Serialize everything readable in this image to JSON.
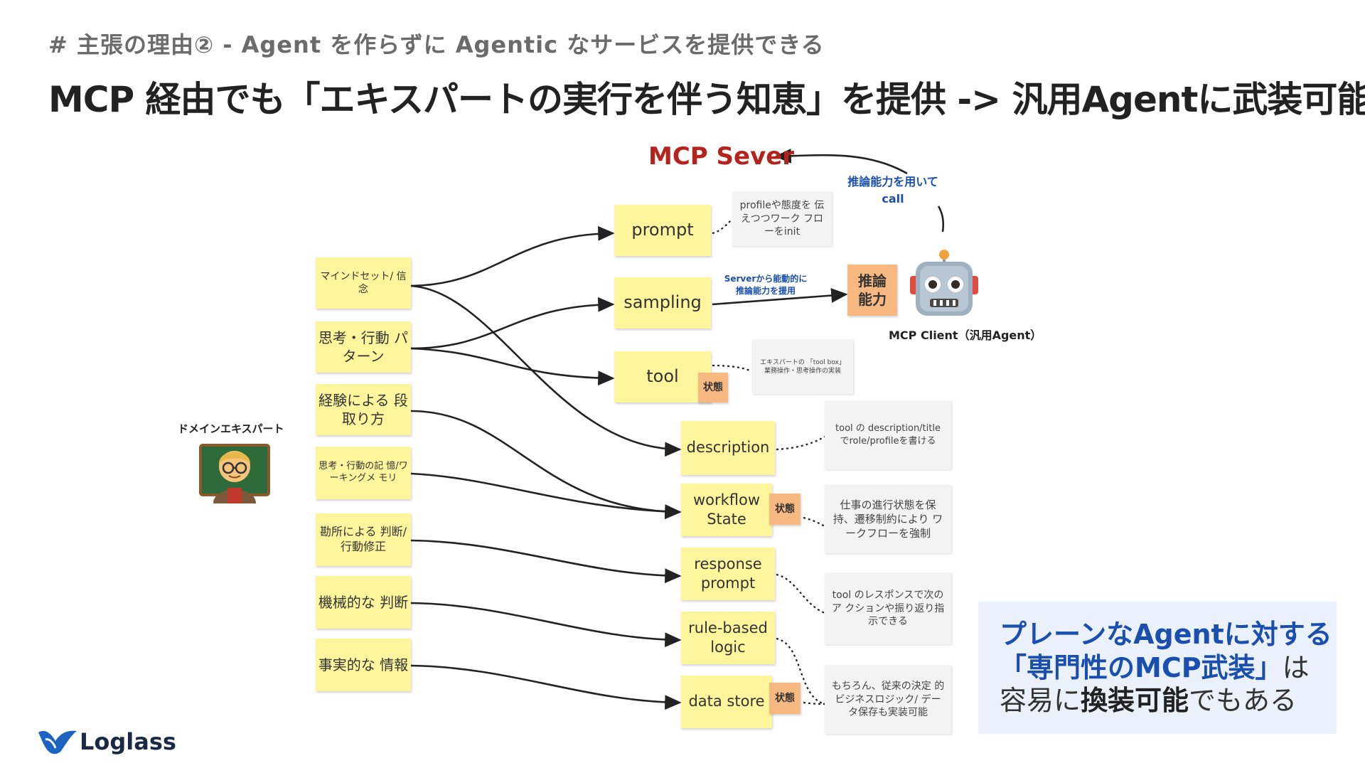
{
  "header": {
    "subtitle": "# 主張の理由② - Agent を作らずに Agentic なサービスを提供できる",
    "title": "MCP 経由でも「エキスパートの実行を伴う知恵」を提供 -> 汎用Agentに武装可能"
  },
  "server": {
    "label": "MCP Sever"
  },
  "client": {
    "label": "MCP Client（汎用Agent）",
    "call_label": "推論能力を用いて call",
    "ability_label": "推論 能力",
    "sampling_note": "Serverから能動的に 推論能力を援用"
  },
  "expert": {
    "label": "ドメインエキスパート"
  },
  "knowledge": [
    "マインドセット/ 信念",
    "思考・行動 パターン",
    "経験による 段取り方",
    "思考・行動の記 憶/ワーキングメ モリ",
    "勘所による 判断/行動修正",
    "機械的な 判断",
    "事実的な 情報"
  ],
  "features": [
    "prompt",
    "sampling",
    "tool",
    "description",
    "workflow State",
    "response prompt",
    "rule-based logic",
    "data store"
  ],
  "state_tag": "状態",
  "notes": [
    "profileや態度を 伝えつつワーク フローをinit",
    "エキスパートの 「tool box」 業務操作・思考操作の実装",
    "tool の description/title でrole/profileを書ける",
    "仕事の進行状態を保 持、遷移制約により ワークフローを強制",
    "tool のレスポンスで次のア クションや振り返り指 示できる",
    "もちろん、従来の決定 的ビジネスロジック/ データ保存も実装可能"
  ],
  "callout": {
    "line1": "プレーンなAgentに対する",
    "line2": "「専門性のMCP武装」",
    "line2_suffix": "は",
    "line3_a": "容易に",
    "line3_b": "換装可能",
    "line3_c": "でもある"
  },
  "logo": {
    "text": "Loglass"
  },
  "colors": {
    "server_red": "#b5231c",
    "accent_blue": "#1a4fb0",
    "sticky_yellow": "#fef59c",
    "tag_orange": "#f7b882"
  }
}
